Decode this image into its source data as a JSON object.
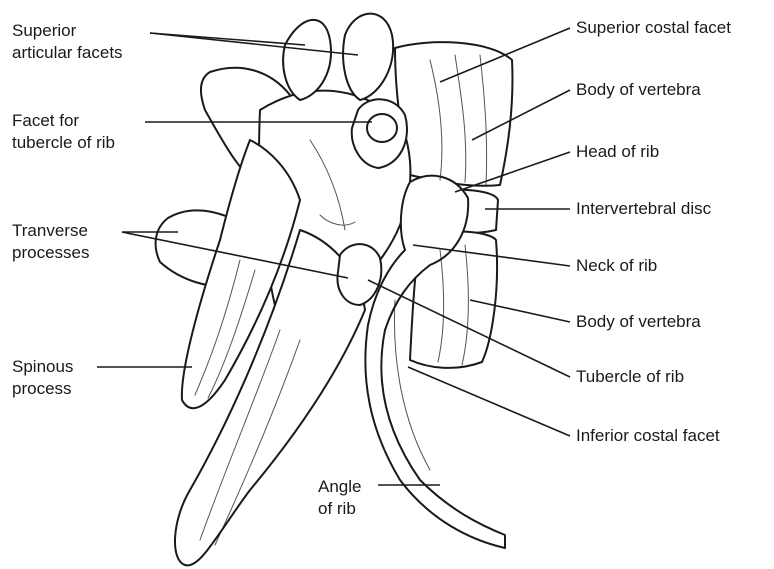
{
  "labels": {
    "superior_articular_facets": [
      "Superior",
      "articular facets"
    ],
    "facet_for_tubercle_of_rib": [
      "Facet for",
      "tubercle of rib"
    ],
    "transverse_processes": [
      "Tranverse",
      "processes"
    ],
    "spinous_process": [
      "Spinous",
      "process"
    ],
    "angle_of_rib": [
      "Angle",
      "of rib"
    ],
    "superior_costal_facet": "Superior costal facet",
    "body_of_vertebra_upper": "Body of vertebra",
    "head_of_rib": "Head of rib",
    "intervertebral_disc": "Intervertebral disc",
    "neck_of_rib": "Neck of rib",
    "body_of_vertebra_lower": "Body of vertebra",
    "tubercle_of_rib": "Tubercle of rib",
    "inferior_costal_facet": "Inferior costal facet"
  }
}
